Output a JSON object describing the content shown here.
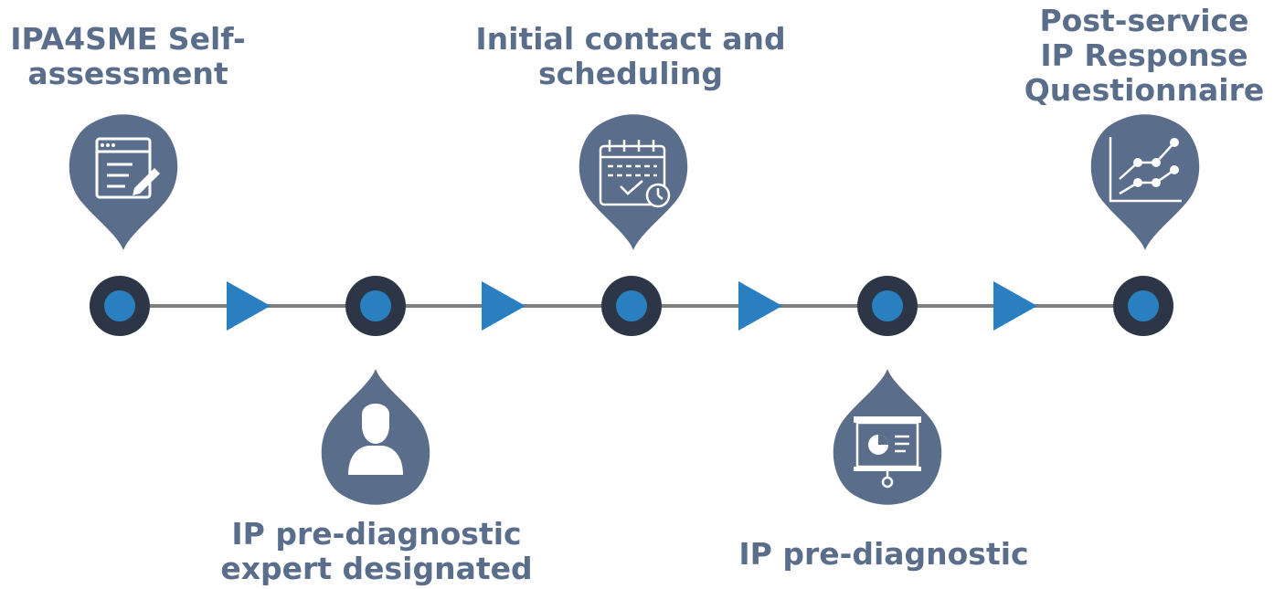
{
  "diagram": {
    "colors": {
      "text": "#5a6e8c",
      "pin": "#5a6e8c",
      "node_outer": "#2c3646",
      "node_inner": "#2a7fc0",
      "arrow": "#2a7fc0",
      "line": "#7f7f7f"
    },
    "steps": [
      {
        "label_lines": [
          "IPA4SME Self-",
          "assessment"
        ],
        "icon": "form-edit-icon",
        "position": "above"
      },
      {
        "label_lines": [
          "IP pre-diagnostic",
          "expert designated"
        ],
        "icon": "user-icon",
        "position": "below"
      },
      {
        "label_lines": [
          "Initial contact and",
          "scheduling"
        ],
        "icon": "calendar-check-icon",
        "position": "above"
      },
      {
        "label_lines": [
          "IP pre-diagnostic"
        ],
        "icon": "presentation-chart-icon",
        "position": "below"
      },
      {
        "label_lines": [
          "Post-service",
          "IP Response",
          "Questionnaire"
        ],
        "icon": "line-chart-icon",
        "position": "above"
      }
    ]
  }
}
